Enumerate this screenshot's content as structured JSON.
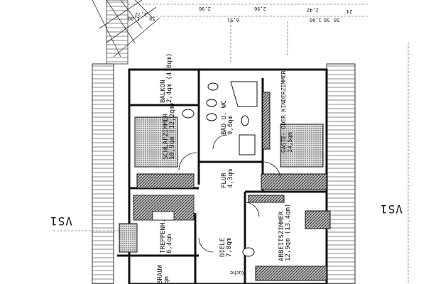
{
  "plan": {
    "rooms": [
      {
        "name": "SCHLAFZIMMER",
        "area": "10,9qm (12,2qm)"
      },
      {
        "name": "BALKON",
        "area": "2,4qm (4,8qm)"
      },
      {
        "name": "BAD U. WC",
        "area": "9,6qm"
      },
      {
        "name": "GÄSTE- ODER KINDERZIMMER",
        "area": "14,5qm"
      },
      {
        "name": "FLUR",
        "area": "4,3qm"
      },
      {
        "name": "TREPPENH.",
        "area": "6,4qm"
      },
      {
        "name": "DIELE",
        "area": "7,8qm"
      },
      {
        "name": "ARBEITSZIMMER",
        "area": "12,9qm (13,4qm)"
      },
      {
        "name": "BRAUW",
        "area": "qm"
      },
      {
        "name": "Küche",
        "area": ""
      }
    ],
    "dimensions": [
      "2,72",
      "1,00",
      "58",
      "2,96",
      "6,91",
      "2,96",
      "2,42",
      "1,00",
      "58",
      "58",
      "24"
    ],
    "section_markers": [
      "VS1",
      "VS1"
    ]
  }
}
